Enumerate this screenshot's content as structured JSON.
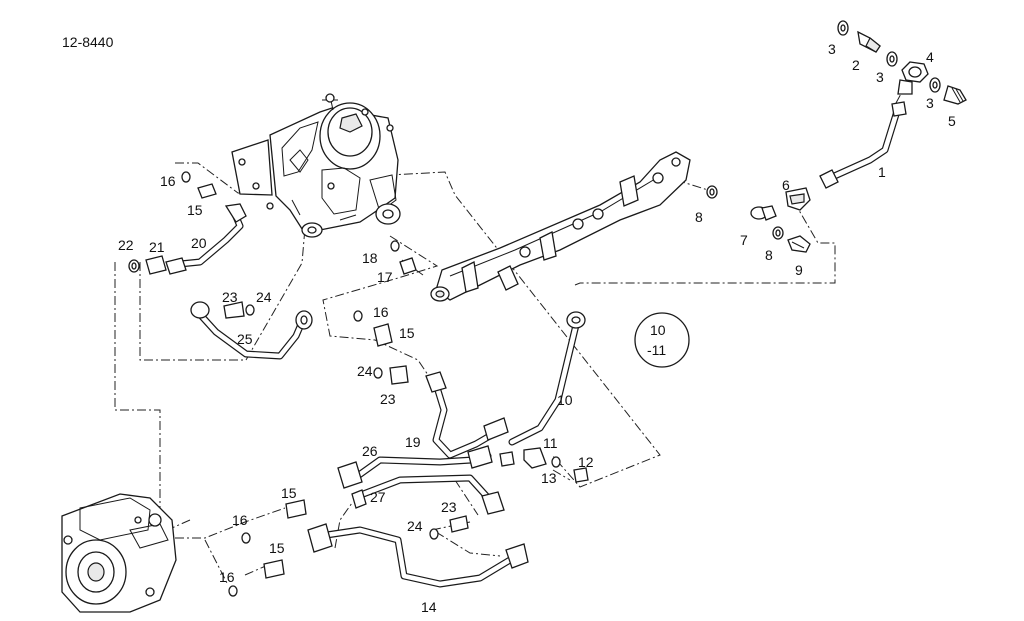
{
  "drawing": {
    "reference": "12-8440",
    "note_ref": {
      "top": "10",
      "bottom": "-11"
    }
  },
  "callouts": [
    "1",
    "2",
    "3",
    "3",
    "4",
    "3",
    "5",
    "6",
    "7",
    "8",
    "8",
    "9",
    "10",
    "11",
    "12",
    "13",
    "14",
    "15",
    "15",
    "15",
    "15",
    "16",
    "16",
    "16",
    "16",
    "17",
    "18",
    "19",
    "20",
    "21",
    "22",
    "23",
    "23",
    "23",
    "24",
    "24",
    "24",
    "25",
    "26",
    "27"
  ]
}
